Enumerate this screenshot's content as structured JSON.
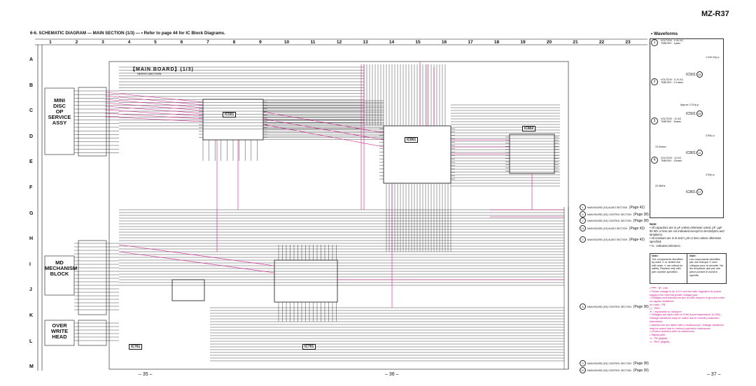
{
  "header": {
    "model": "MZ-R37",
    "title": "6-6. SCHEMATIC DIAGRAM — MAIN SECTION (1/3) —  • Refer to page 44 for IC Block Diagrams.",
    "waveforms_title": "• Waveforms"
  },
  "grid": {
    "columns": [
      "1",
      "2",
      "3",
      "4",
      "5",
      "6",
      "7",
      "8",
      "9",
      "10",
      "11",
      "12",
      "13",
      "14",
      "15",
      "16",
      "17",
      "18",
      "19",
      "20",
      "21",
      "22",
      "23"
    ],
    "rows": [
      "A",
      "B",
      "C",
      "D",
      "E",
      "F",
      "G",
      "H",
      "I",
      "J",
      "K",
      "L",
      "M"
    ]
  },
  "board": {
    "title": "【MAIN BOARD】(1/3)",
    "subtitle": "SERVO SECTION"
  },
  "blocks": {
    "mini_disc": "MINI\nDISC\nOP\nSERVICE\nASSY",
    "md_mechanism": "MD\nMECHANISM\nBLOCK",
    "over_write": "OVER\nWRITE\nHEAD"
  },
  "ics": {
    "ic501": "IC501",
    "ic801": "IC801",
    "ic802": "IC802",
    "ic701": "IC701",
    "ic761": "IC761"
  },
  "waveforms": [
    {
      "num": "1",
      "line1": "VOLT/DIV : 0.5V AC",
      "line2": "TIME/DIV : 1μsec",
      "value": "1.0±0.2Vp-p",
      "ic": "IC501",
      "pin": "26"
    },
    {
      "num": "2",
      "line1": "VOLT/DIV : 0.1V AC",
      "line2": "TIME/DIV : 0.1msec",
      "value": "Approx. 0.3Vp-p",
      "ic": "IC501",
      "pin": "28"
    },
    {
      "num": "3",
      "line1": "VOLT/DIV : 1V AC",
      "line2": "TIME/DIV : 5msec",
      "value": "3.5Vp-p",
      "period": "13.4msec",
      "ic": "IC801",
      "pin": "11"
    },
    {
      "num": "4",
      "line1": "VOLT/DIV : 1V AC",
      "line2": "TIME/DIV : 20nsec",
      "value": "2.5Vp-p",
      "period": "22.5MHz",
      "ic": "IC801",
      "pin": "17"
    }
  ],
  "page_refs": [
    {
      "num": "1",
      "text": "MAIN BOARD (2/3) AUDIO SECTION",
      "page": "(Page 42)"
    },
    {
      "num": "6",
      "text": "MAIN BOARD (3/3) CONTROL SECTION",
      "page": "(Page 38)"
    },
    {
      "num": "7",
      "text": "MAIN BOARD (3/3) CONTROL SECTION",
      "page": "(Page 38)"
    },
    {
      "num": "11",
      "text": "MAIN BOARD (2/3) AUDIO SECTION",
      "page": "(Page 43)"
    },
    {
      "num": "2",
      "text": "MAIN BOARD (2/3) AUDIO SECTION",
      "page": "(Page 42)"
    },
    {
      "num": "8",
      "text": "MAIN BOARD (3/3) CONTROL SECTION",
      "page": "(Page 38)"
    },
    {
      "num": "9",
      "text": "MAIN BOARD (3/3) CONTROL SECTION",
      "page": "(Page 38)"
    },
    {
      "num": "10",
      "text": "MAIN BOARD (3/3) CONTROL SECTION",
      "page": "(Page 39)"
    }
  ],
  "notes": {
    "heading": "Note:",
    "items": [
      "• All capacitors are in μF unless otherwise noted. pF: μμF 50 WV or less are not indicated except for electrolytics and tantalums.",
      "• All resistors are in Ω and ¹⁄₁₀W or less unless otherwise specified.",
      "• %   : indicates tolerance."
    ],
    "box_en_title": "Note:",
    "box_en": "The components identified by mark ⚠ or dotted line with mark ⚠ are critical for safety. Replace only with part number specified.",
    "box_fr_title": "Note:",
    "box_fr": "Les composants identifiés par une marque ⚠ sont critiques pour la sécurité. Ne les remplacer que par une pièce portant le numéro spécifié.",
    "legend": [
      "•  ━━━  : B+ Line.",
      "• Power voltage is dc 4.5 V and fed with regulated dc power supply from external power voltage jack.",
      "• Voltages and waveforms are dc with respect to ground under no-signal conditions.",
      "   no mark : PB",
      "   (  )  : REC",
      "   ∗  : Impossible to measure",
      "• Voltages are taken with a VOM (Input impedance 10 MΩ). Voltage variations may be noted due to normal production tolerances.",
      "• Waveforms are taken with a oscilloscope. Voltage variations may be noted due to normal production tolerances.",
      "• Circled numbers refer to waveforms.",
      "• Signal path.",
      "   ⇨ : PB (digital)",
      "   ⇨ : REC (digital)"
    ]
  },
  "pages": [
    "– 35 –",
    "– 36 –",
    "– 37 –"
  ],
  "colors": {
    "signal": "#d0148c",
    "line": "#111111"
  }
}
